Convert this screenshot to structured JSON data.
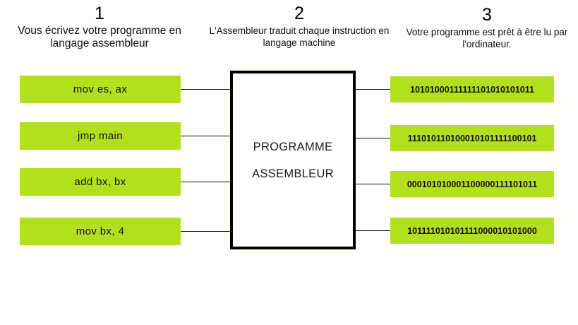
{
  "headers": [
    {
      "number": "1",
      "caption": "Vous écrivez votre programme en langage assembleur"
    },
    {
      "number": "2",
      "caption": "L'Assembleur traduit chaque instruction en langage machine"
    },
    {
      "number": "3",
      "caption": "Votre programme est prêt à être lu par l'ordinateur."
    }
  ],
  "assembly_instructions": [
    {
      "text": "mov  es, ax"
    },
    {
      "text": "jmp   main"
    },
    {
      "text": "add  bx, bx"
    },
    {
      "text": "mov  bx, 4"
    }
  ],
  "assembler": {
    "line1": "PROGRAMME",
    "line2": "ASSEMBLEUR"
  },
  "machine_code": [
    {
      "text": "10101000111111101010101011"
    },
    {
      "text": "111010110100010101111100101"
    },
    {
      "text": "000101010001100000111101011"
    },
    {
      "text": "101111010101111000010101000"
    }
  ],
  "colors": {
    "green_box": "#b3e01e",
    "background": "#fdfdfa",
    "text": "#111111",
    "border": "#000000"
  }
}
